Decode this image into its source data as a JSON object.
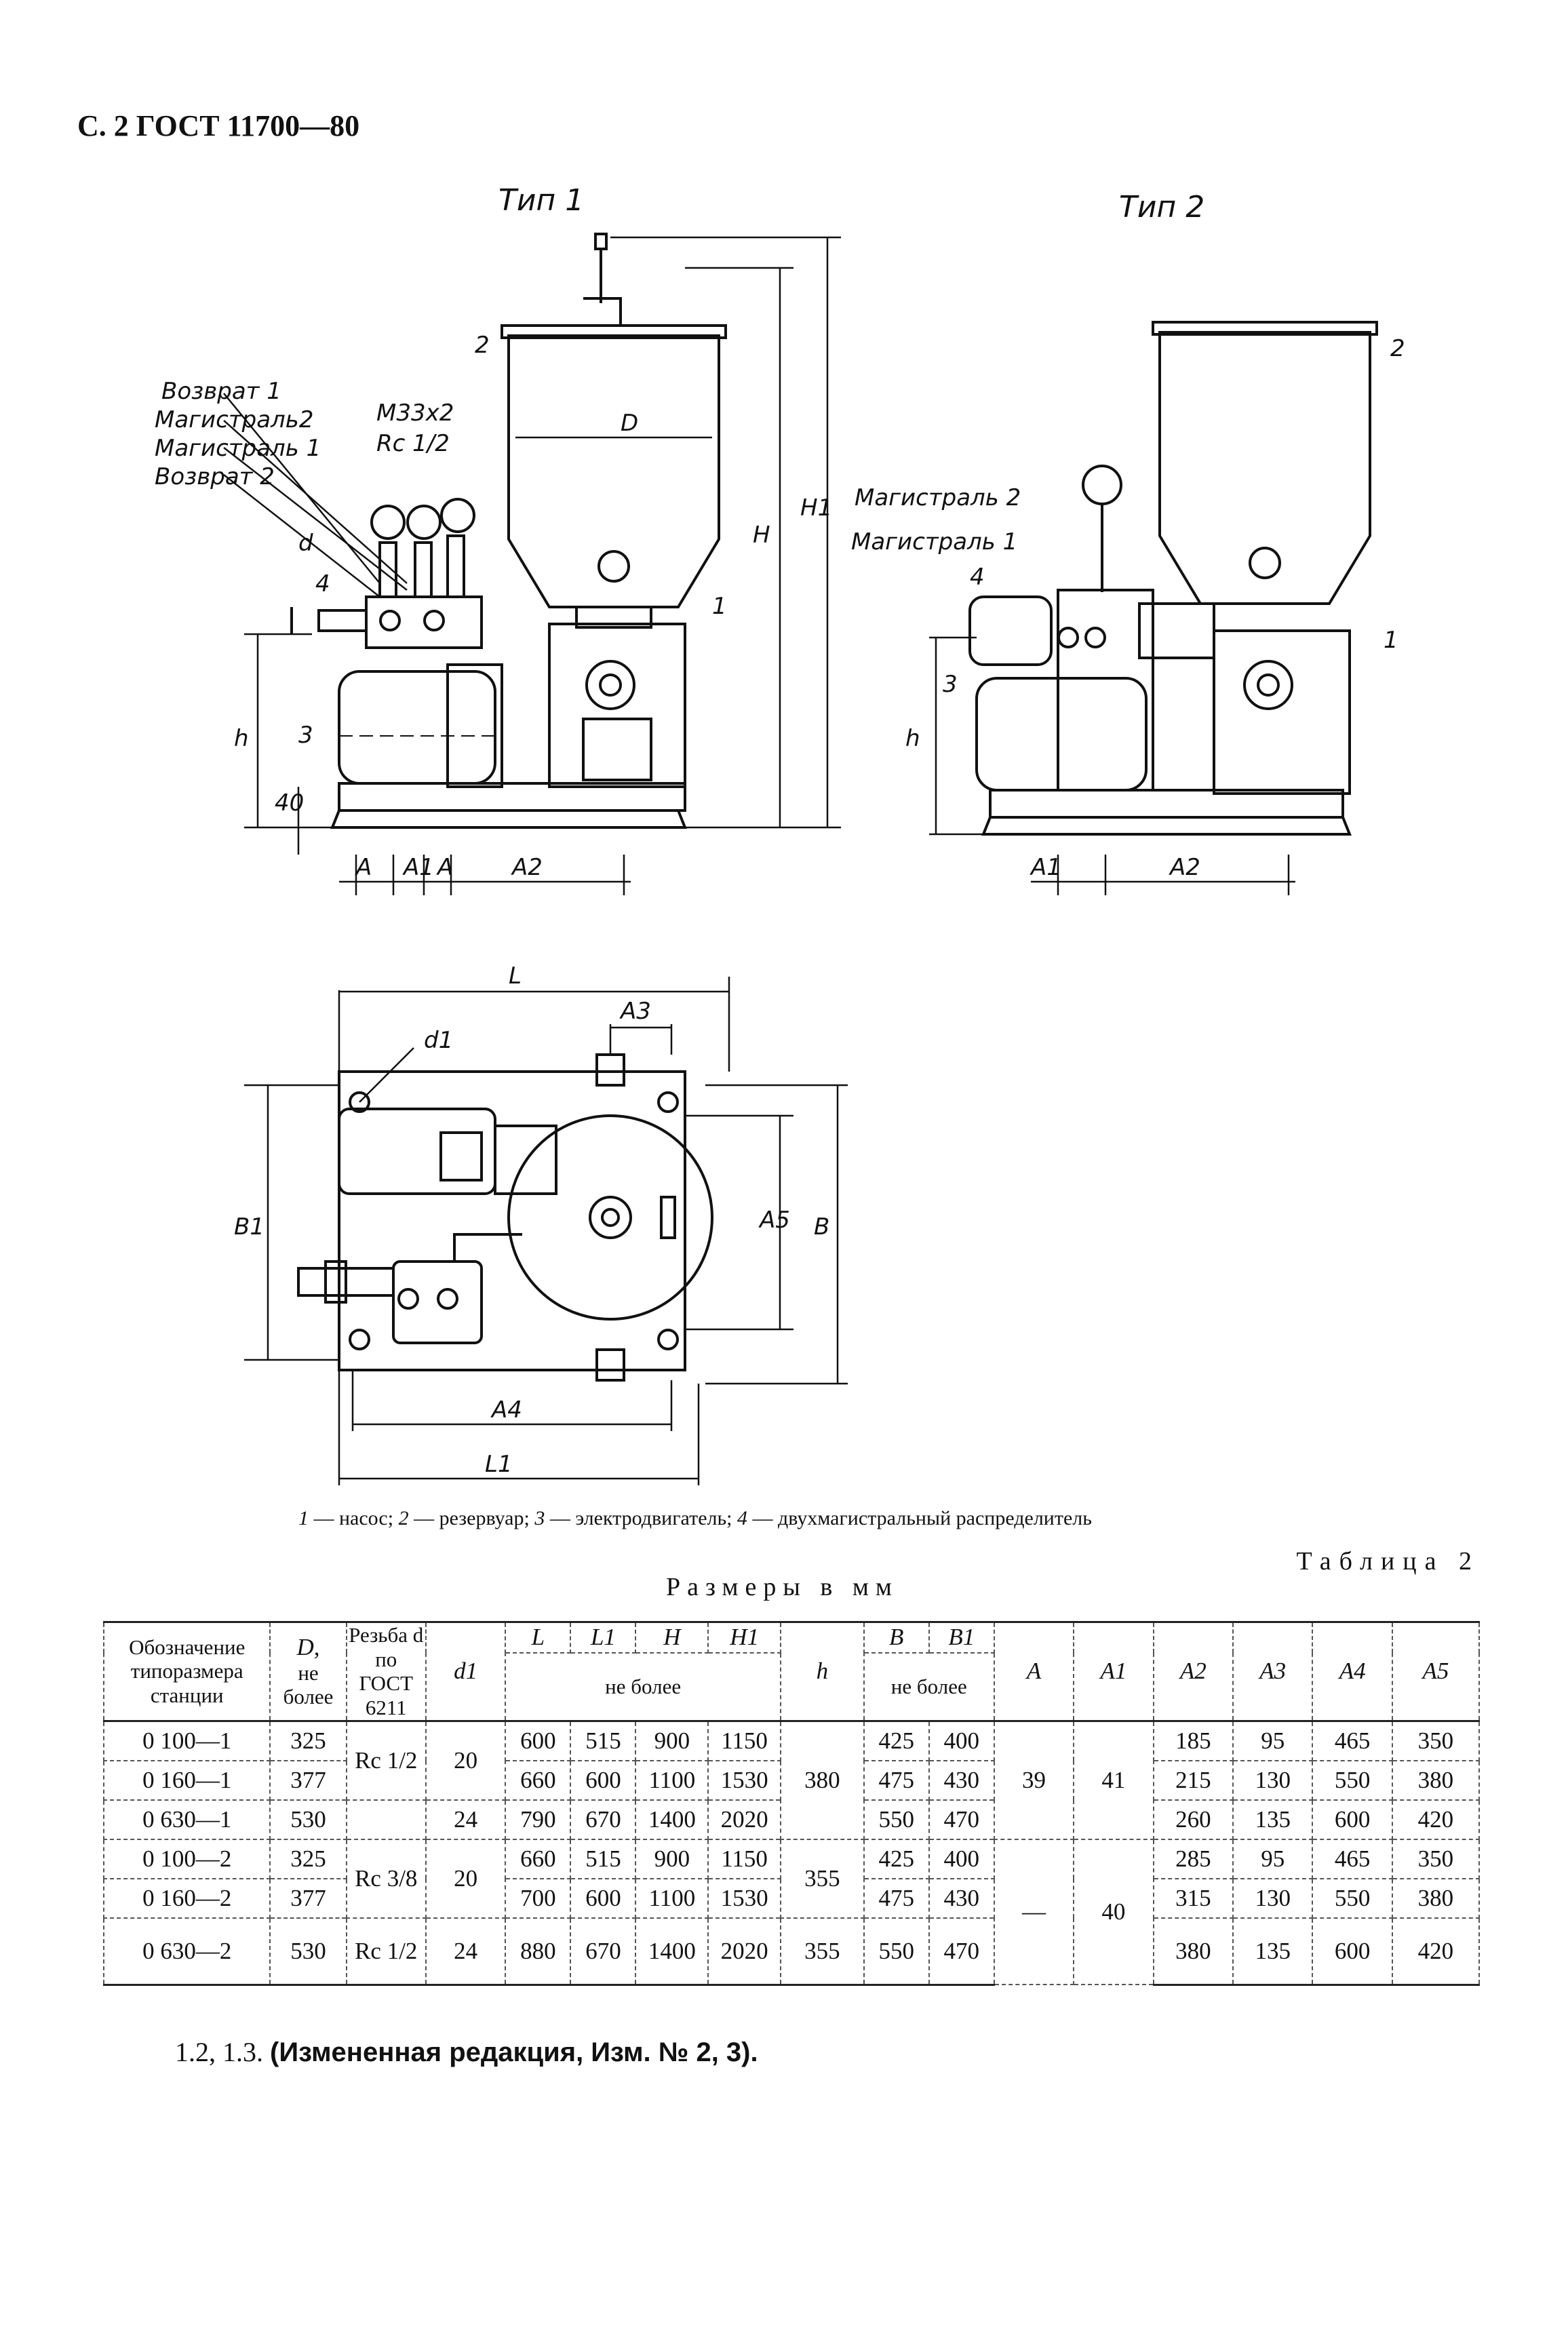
{
  "header": {
    "text": "С. 2 ГОСТ 11700—80"
  },
  "figure": {
    "type1_title": "Тип 1",
    "type2_title": "Тип 2",
    "labels_type1": {
      "return1": "Возврат 1",
      "main2": "Магистраль2",
      "main1": "Магистраль 1",
      "return2": "Возврат 2",
      "thread_m": "М33х2",
      "thread_rc": "Rс 1/2",
      "d": "d",
      "num4": "4",
      "num2": "2",
      "num1": "1",
      "num3": "3",
      "D": "D",
      "H": "H",
      "H1": "H1",
      "h": "h",
      "dim40": "40",
      "A": "A",
      "A1": "A1",
      "A_second": "A",
      "A2": "A2"
    },
    "labels_type2": {
      "main2": "Магистраль 2",
      "main1": "Магистраль 1",
      "num4": "4",
      "num2": "2",
      "num1": "1",
      "num3": "3",
      "h": "h",
      "A1": "A1",
      "A2": "A2"
    },
    "labels_plan": {
      "L": "L",
      "A3": "A3",
      "d1": "d1",
      "B1": "B1",
      "A5": "A5",
      "B": "B",
      "A4": "A4",
      "L1": "L1"
    },
    "caption": [
      {
        "num": "1",
        "text": " — насос; "
      },
      {
        "num": "2",
        "text": " — резервуар; "
      },
      {
        "num": "3",
        "text": " — электродвигатель; "
      },
      {
        "num": "4",
        "text": " — двухмагистральный распределитель"
      }
    ]
  },
  "table": {
    "label": "Таблица 2",
    "subtitle": "Размеры в мм",
    "headers": {
      "designation": "Обозначение типоразмера станции",
      "D": "D,",
      "D_note": "не более",
      "thread": "Резьба d по ГОСТ 6211",
      "d1": "d1",
      "L": "L",
      "L1": "L1",
      "H": "H",
      "H1": "H1",
      "group_not_more": "не более",
      "h": "h",
      "B": "B",
      "B1": "B1",
      "group_not_more_b": "не более",
      "A": "A",
      "A1": "A1",
      "A2": "A2",
      "A3": "A3",
      "A4": "A4",
      "A5": "A5"
    },
    "rows": [
      {
        "name": "0 100—1",
        "D": "325",
        "L": "600",
        "L1": "515",
        "H": "900",
        "H1": "1150",
        "B": "425",
        "B1": "400",
        "A2": "185",
        "A3": "95",
        "A4": "465",
        "A5": "350"
      },
      {
        "name": "0 160—1",
        "D": "377",
        "L": "660",
        "L1": "600",
        "H": "1100",
        "H1": "1530",
        "B": "475",
        "B1": "430",
        "A2": "215",
        "A3": "130",
        "A4": "550",
        "A5": "380"
      },
      {
        "name": "0 630—1",
        "D": "530",
        "L": "790",
        "L1": "670",
        "H": "1400",
        "H1": "2020",
        "B": "550",
        "B1": "470",
        "A2": "260",
        "A3": "135",
        "A4": "600",
        "A5": "420"
      },
      {
        "name": "0 100—2",
        "D": "325",
        "L": "660",
        "L1": "515",
        "H": "900",
        "H1": "1150",
        "B": "425",
        "B1": "400",
        "A2": "285",
        "A3": "95",
        "A4": "465",
        "A5": "350"
      },
      {
        "name": "0 160—2",
        "D": "377",
        "L": "700",
        "L1": "600",
        "H": "1100",
        "H1": "1530",
        "B": "475",
        "B1": "430",
        "A2": "315",
        "A3": "130",
        "A4": "550",
        "A5": "380"
      },
      {
        "name": "0 630—2",
        "D": "530",
        "L": "880",
        "L1": "670",
        "H": "1400",
        "H1": "2020",
        "B": "550",
        "B1": "470",
        "A2": "380",
        "A3": "135",
        "A4": "600",
        "A5": "420"
      }
    ],
    "merged": {
      "thread_group1": "Rс 1/2",
      "thread_group2": "Rс 3/8",
      "thread_row6": "Rс 1/2",
      "d1_group1": "20",
      "d1_row3": "24",
      "d1_group2": "20",
      "d1_row6": "24",
      "h_group1": "380",
      "h_group2": "355",
      "h_row6": "355",
      "A_group1": "39",
      "A_group2": "—",
      "A1_group1": "41",
      "A1_group2": "40"
    }
  },
  "footnote": {
    "prefix": "1.2, 1.3. ",
    "bold": "(Измененная редакция, Изм. № 2, 3)."
  }
}
